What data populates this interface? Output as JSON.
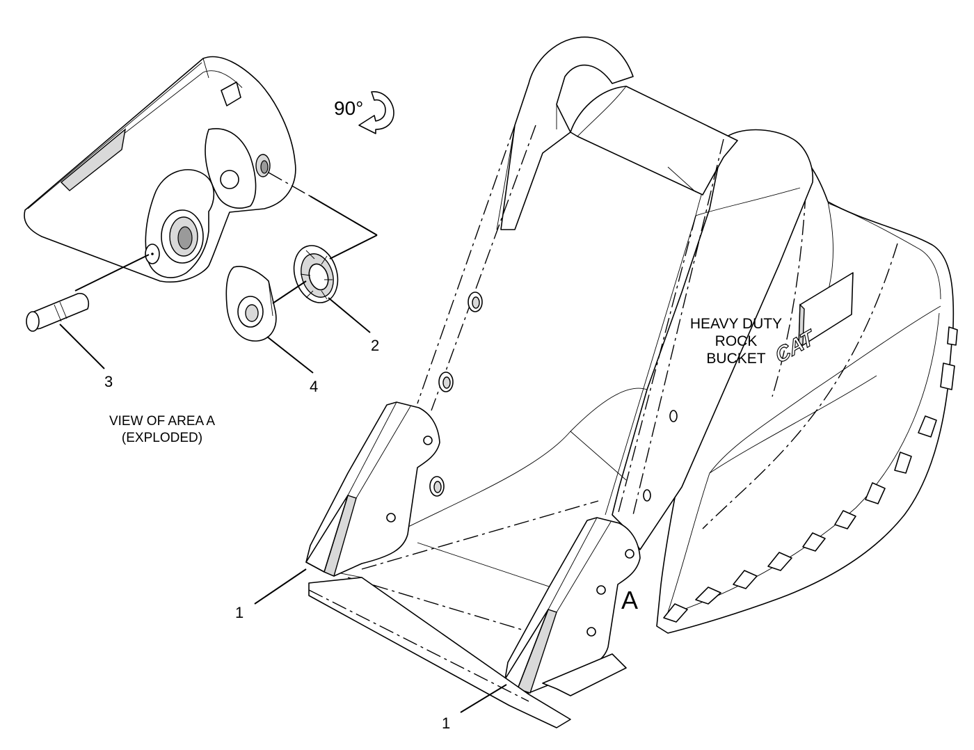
{
  "callouts": {
    "item1_front": "1",
    "item1_rear": "1",
    "item2": "2",
    "item3": "3",
    "item4": "4"
  },
  "rotation_label": "90°",
  "detail_caption": {
    "line1": "VIEW OF AREA A",
    "line2": "(EXPLODED)"
  },
  "area_marker": "A",
  "bucket_label": {
    "line1": "HEAVY DUTY",
    "line2": "ROCK",
    "line3": "BUCKET"
  },
  "brand_logo": "CAT",
  "icons": {
    "rotation_arrow": "curved-arrow-icon",
    "brand": "cat-logo-icon"
  }
}
